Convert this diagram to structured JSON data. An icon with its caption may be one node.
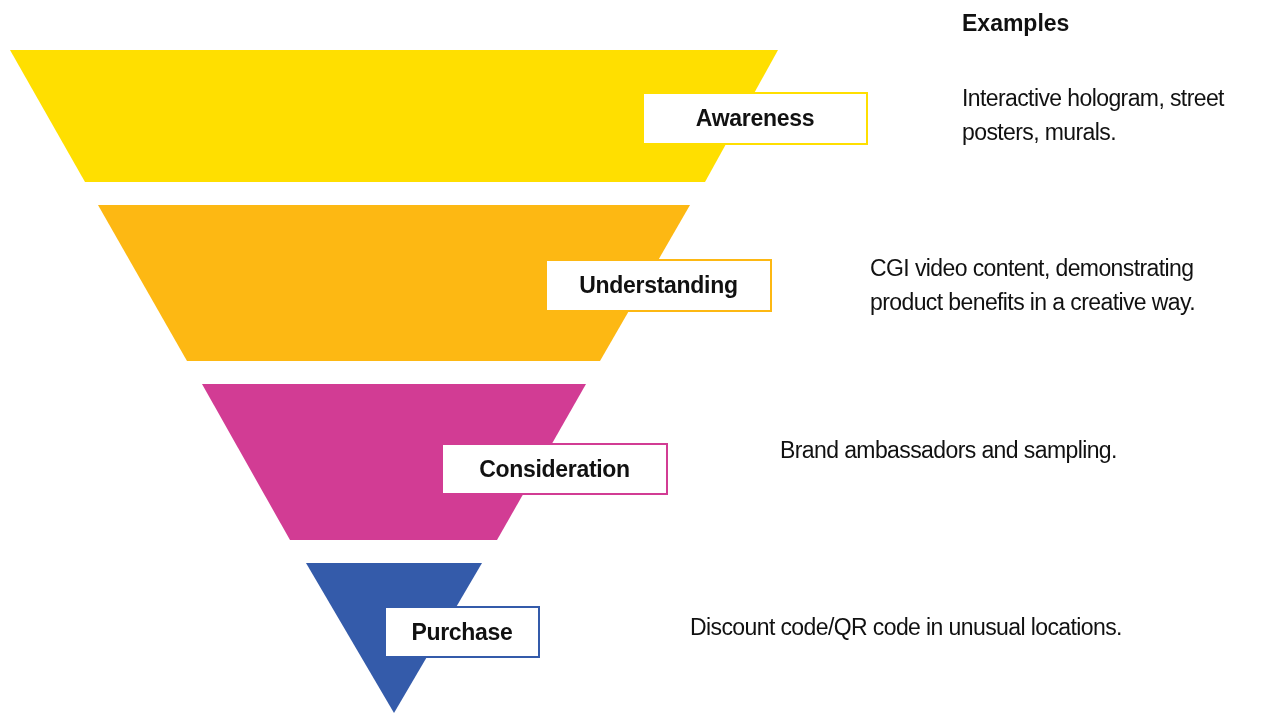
{
  "diagram": {
    "nodes": [
      {
        "text": [
          "Awareness"
        ]
      },
      {
        "text": [
          "Understanding"
        ]
      },
      {
        "text": [
          "Consideration"
        ]
      },
      {
        "text": [
          "Purchase"
        ]
      }
    ],
    "labels": [
      "Examples",
      "Interactive hologram, street posters, murals.",
      "CGI video content, demonstrating product benefits in a creative way.",
      "Brand ambassadors and sampling.",
      "Discount code/QR code in unusual locations."
    ]
  }
}
